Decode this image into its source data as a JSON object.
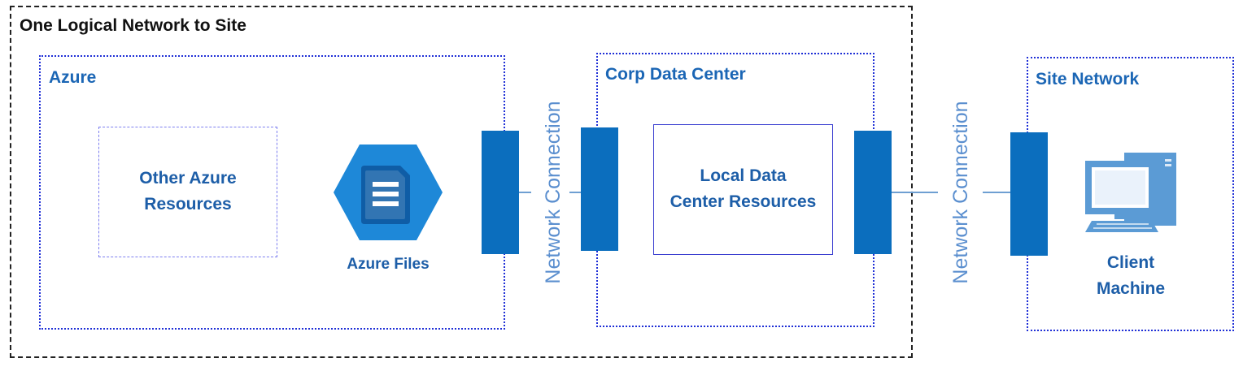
{
  "outer": {
    "label": "One Logical Network to Site"
  },
  "zones": {
    "azure": {
      "label": "Azure"
    },
    "corp": {
      "label": "Corp Data Center"
    },
    "site": {
      "label": "Site Network"
    }
  },
  "resources": {
    "other_azure": {
      "lines": [
        "Other Azure",
        "Resources"
      ]
    },
    "azure_files": {
      "label": "Azure Files",
      "icon": "document-icon",
      "color": "#1e88d8"
    },
    "local_dc": {
      "lines": [
        "Local Data",
        "Center Resources"
      ]
    },
    "client": {
      "lines": [
        "Client",
        "Machine"
      ],
      "icon": "computer-icon"
    }
  },
  "connections": {
    "left": {
      "label": "Network Connection"
    },
    "right": {
      "label": "Network Connection"
    }
  },
  "colors": {
    "gateway": "#0b6ebe",
    "zone_border": "#1f2fd6",
    "label_blue": "#1b66b5"
  }
}
